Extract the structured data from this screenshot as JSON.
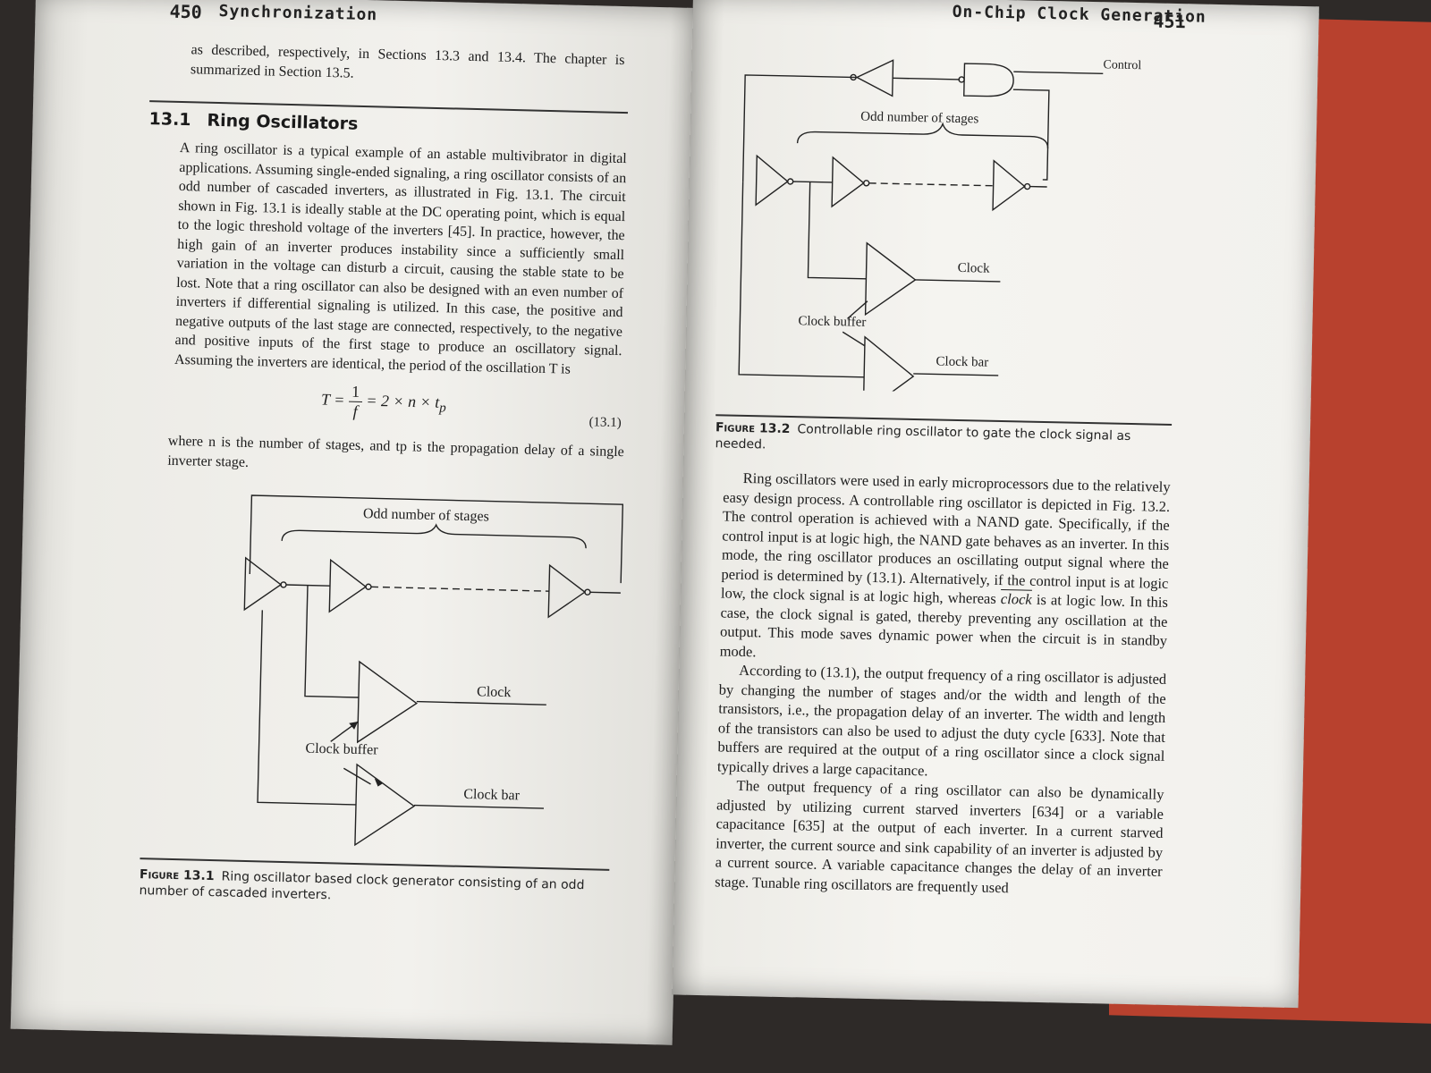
{
  "left_page": {
    "page_number": "450",
    "running_head": "Synchronization",
    "intro_text": "as described, respectively, in Sections 13.3 and 13.4. The chapter is summarized in Section 13.5.",
    "section": {
      "number": "13.1",
      "title": "Ring Oscillators"
    },
    "paragraph1": "A ring oscillator is a typical example of an astable multivibrator in digital applications. Assuming single-ended signaling, a ring oscillator consists of an odd number of cascaded inverters, as illustrated in Fig. 13.1. The circuit shown in Fig. 13.1 is ideally stable at the DC operating point, which is equal to the logic threshold voltage of the inverters [45]. In practice, however, the high gain of an inverter produces instability since a sufficiently small variation in the voltage can disturb a circuit, causing the stable state to be lost. Note that a ring oscillator can also be designed with an even number of inverters if differential signaling is utilized. In this case, the positive and negative outputs of the last stage are connected, respectively, to the negative and positive inputs of the first stage to produce an oscillatory signal. Assuming the inverters are identical, the period of the oscillation T is",
    "equation": {
      "lhs": "T =",
      "num": "1",
      "den": "f",
      "rhs": "= 2 × n × t",
      "sub": "p",
      "number": "(13.1)"
    },
    "paragraph_where": "where n is the number of stages, and tp is the propagation delay of a single inverter stage.",
    "figure": {
      "label_stages": "Odd number of stages",
      "label_clock": "Clock",
      "label_clock_buffer": "Clock buffer",
      "label_clock_bar": "Clock bar",
      "caption_label": "Figure 13.1",
      "caption_text": "Ring oscillator based clock generator consisting of an odd number of cascaded inverters."
    }
  },
  "right_page": {
    "page_number": "451",
    "running_head": "On-Chip Clock Generation",
    "figure": {
      "label_control": "Control",
      "label_stages": "Odd number of stages",
      "label_clock": "Clock",
      "label_clock_buffer": "Clock buffer",
      "label_clock_bar": "Clock bar",
      "caption_label": "Figure 13.2",
      "caption_text": "Controllable ring oscillator to gate the clock signal as needed."
    },
    "paragraph1_a": "Ring oscillators were used in early microprocessors due to the relatively easy design process. A controllable ring oscillator is depicted in Fig. 13.2. The control operation is achieved with a NAND gate. Specifically, if the control input is at logic high, the NAND gate behaves as an inverter. In this mode, the ring oscillator produces an oscillating output signal where the period is determined by (13.1). Alternatively, if the control input is at logic low, the clock signal is at logic high, whereas ",
    "paragraph1_clock": "clock",
    "paragraph1_b": " is at logic low. In this case, the clock signal is gated, thereby preventing any oscillation at the output. This mode saves dynamic power when the circuit is in standby mode.",
    "paragraph2": "According to (13.1), the output frequency of a ring oscillator is adjusted by changing the number of stages and/or the width and length of the transistors, i.e., the propagation delay of an inverter. The width and length of the transistors can also be used to adjust the duty cycle [633]. Note that buffers are required at the output of a ring oscillator since a clock signal typically drives a large capacitance.",
    "paragraph3": "The output frequency of a ring oscillator can also be dynamically adjusted by utilizing current starved inverters [634] or a variable capacitance [635] at the output of each inverter. In a current starved inverter, the current source and sink capability of an inverter is adjusted by a current source. A variable capacitance changes the delay of an inverter stage. Tunable ring oscillators are frequently used"
  }
}
